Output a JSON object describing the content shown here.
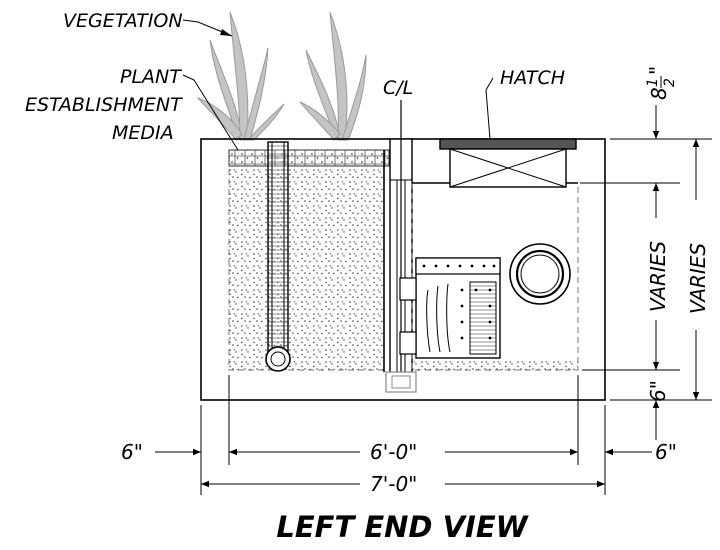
{
  "labels": {
    "vegetation": "VEGETATION",
    "plant_line1": "PLANT",
    "plant_line2": "ESTABLISHMENT",
    "plant_line3": "MEDIA",
    "centerline": "C/L",
    "hatch": "HATCH"
  },
  "dimensions": {
    "top_whole": "8",
    "top_num": "1",
    "top_den": "2",
    "top_inch": "\"",
    "varies_inner": "VARIES",
    "varies_outer": "VARIES",
    "bottom_slab": "6\"",
    "left_wall": "6\"",
    "right_wall": "6\"",
    "inner_width": "6'-0\"",
    "outer_width": "7'-0\""
  },
  "title": "LEFT END VIEW"
}
